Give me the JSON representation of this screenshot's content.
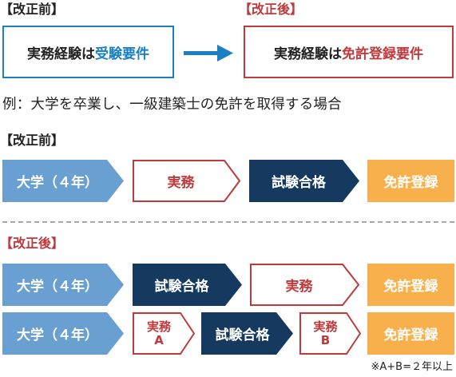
{
  "colors": {
    "blue": "#1b7fc3",
    "red": "#c0393b",
    "navy": "#163a5f",
    "lightblue": "#6a9fd2",
    "orange": "#f7b04b",
    "dash": "#a9a9a9"
  },
  "top": {
    "before_label": "【改正前】",
    "after_label": "【改正後】",
    "before_box": {
      "text_plain": "実務経験は",
      "text_emph": "受験要件"
    },
    "after_box": {
      "text_plain": "実務経験は",
      "text_emph": "免許登録要件"
    },
    "arrow": "right-arrow"
  },
  "example": "例：大学を卒業し、一級建築士の免許を取得する場合",
  "before": {
    "label": "【改正前】",
    "steps": [
      "大学（４年）",
      "実務",
      "試験合格",
      "免許登録"
    ]
  },
  "after": {
    "label": "【改正後】",
    "row1": [
      "大学（４年）",
      "試験合格",
      "実務",
      "免許登録"
    ],
    "row2": {
      "university": "大学（４年）",
      "jitsumu_a": [
        "実務",
        "A"
      ],
      "exam": "試験合格",
      "jitsumu_b": [
        "実務",
        "B"
      ],
      "license": "免許登録"
    },
    "note": "※A+B=２年以上"
  }
}
